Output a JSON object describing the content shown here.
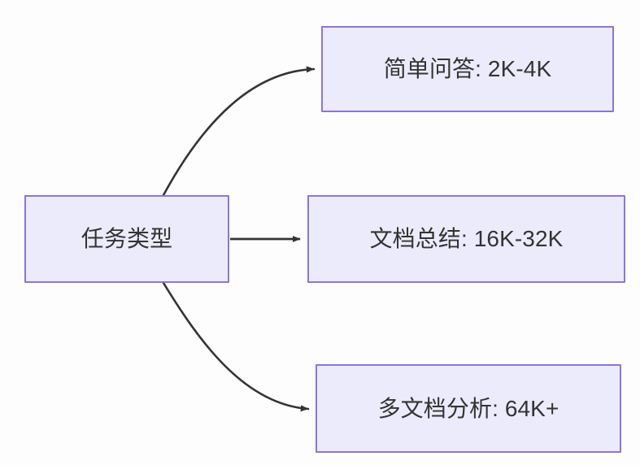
{
  "diagram": {
    "type": "flowchart",
    "direction": "left-to-right",
    "background_color": "#fdfdfd",
    "node_fill_color": "#ecebfb",
    "node_border_color": "#8a76d6",
    "text_color": "#333333",
    "edge_color": "#333333",
    "nodes": {
      "source": {
        "label": "任务类型"
      },
      "simple_qa": {
        "label": "简单问答: 2K-4K"
      },
      "doc_summary": {
        "label": "文档总结: 16K-32K"
      },
      "multi_doc": {
        "label": "多文档分析: 64K+"
      }
    },
    "edges": [
      {
        "from": "source",
        "to": "simple_qa",
        "label": "",
        "style": "curved"
      },
      {
        "from": "source",
        "to": "doc_summary",
        "label": "",
        "style": "straight"
      },
      {
        "from": "source",
        "to": "multi_doc",
        "label": "",
        "style": "curved"
      }
    ]
  }
}
